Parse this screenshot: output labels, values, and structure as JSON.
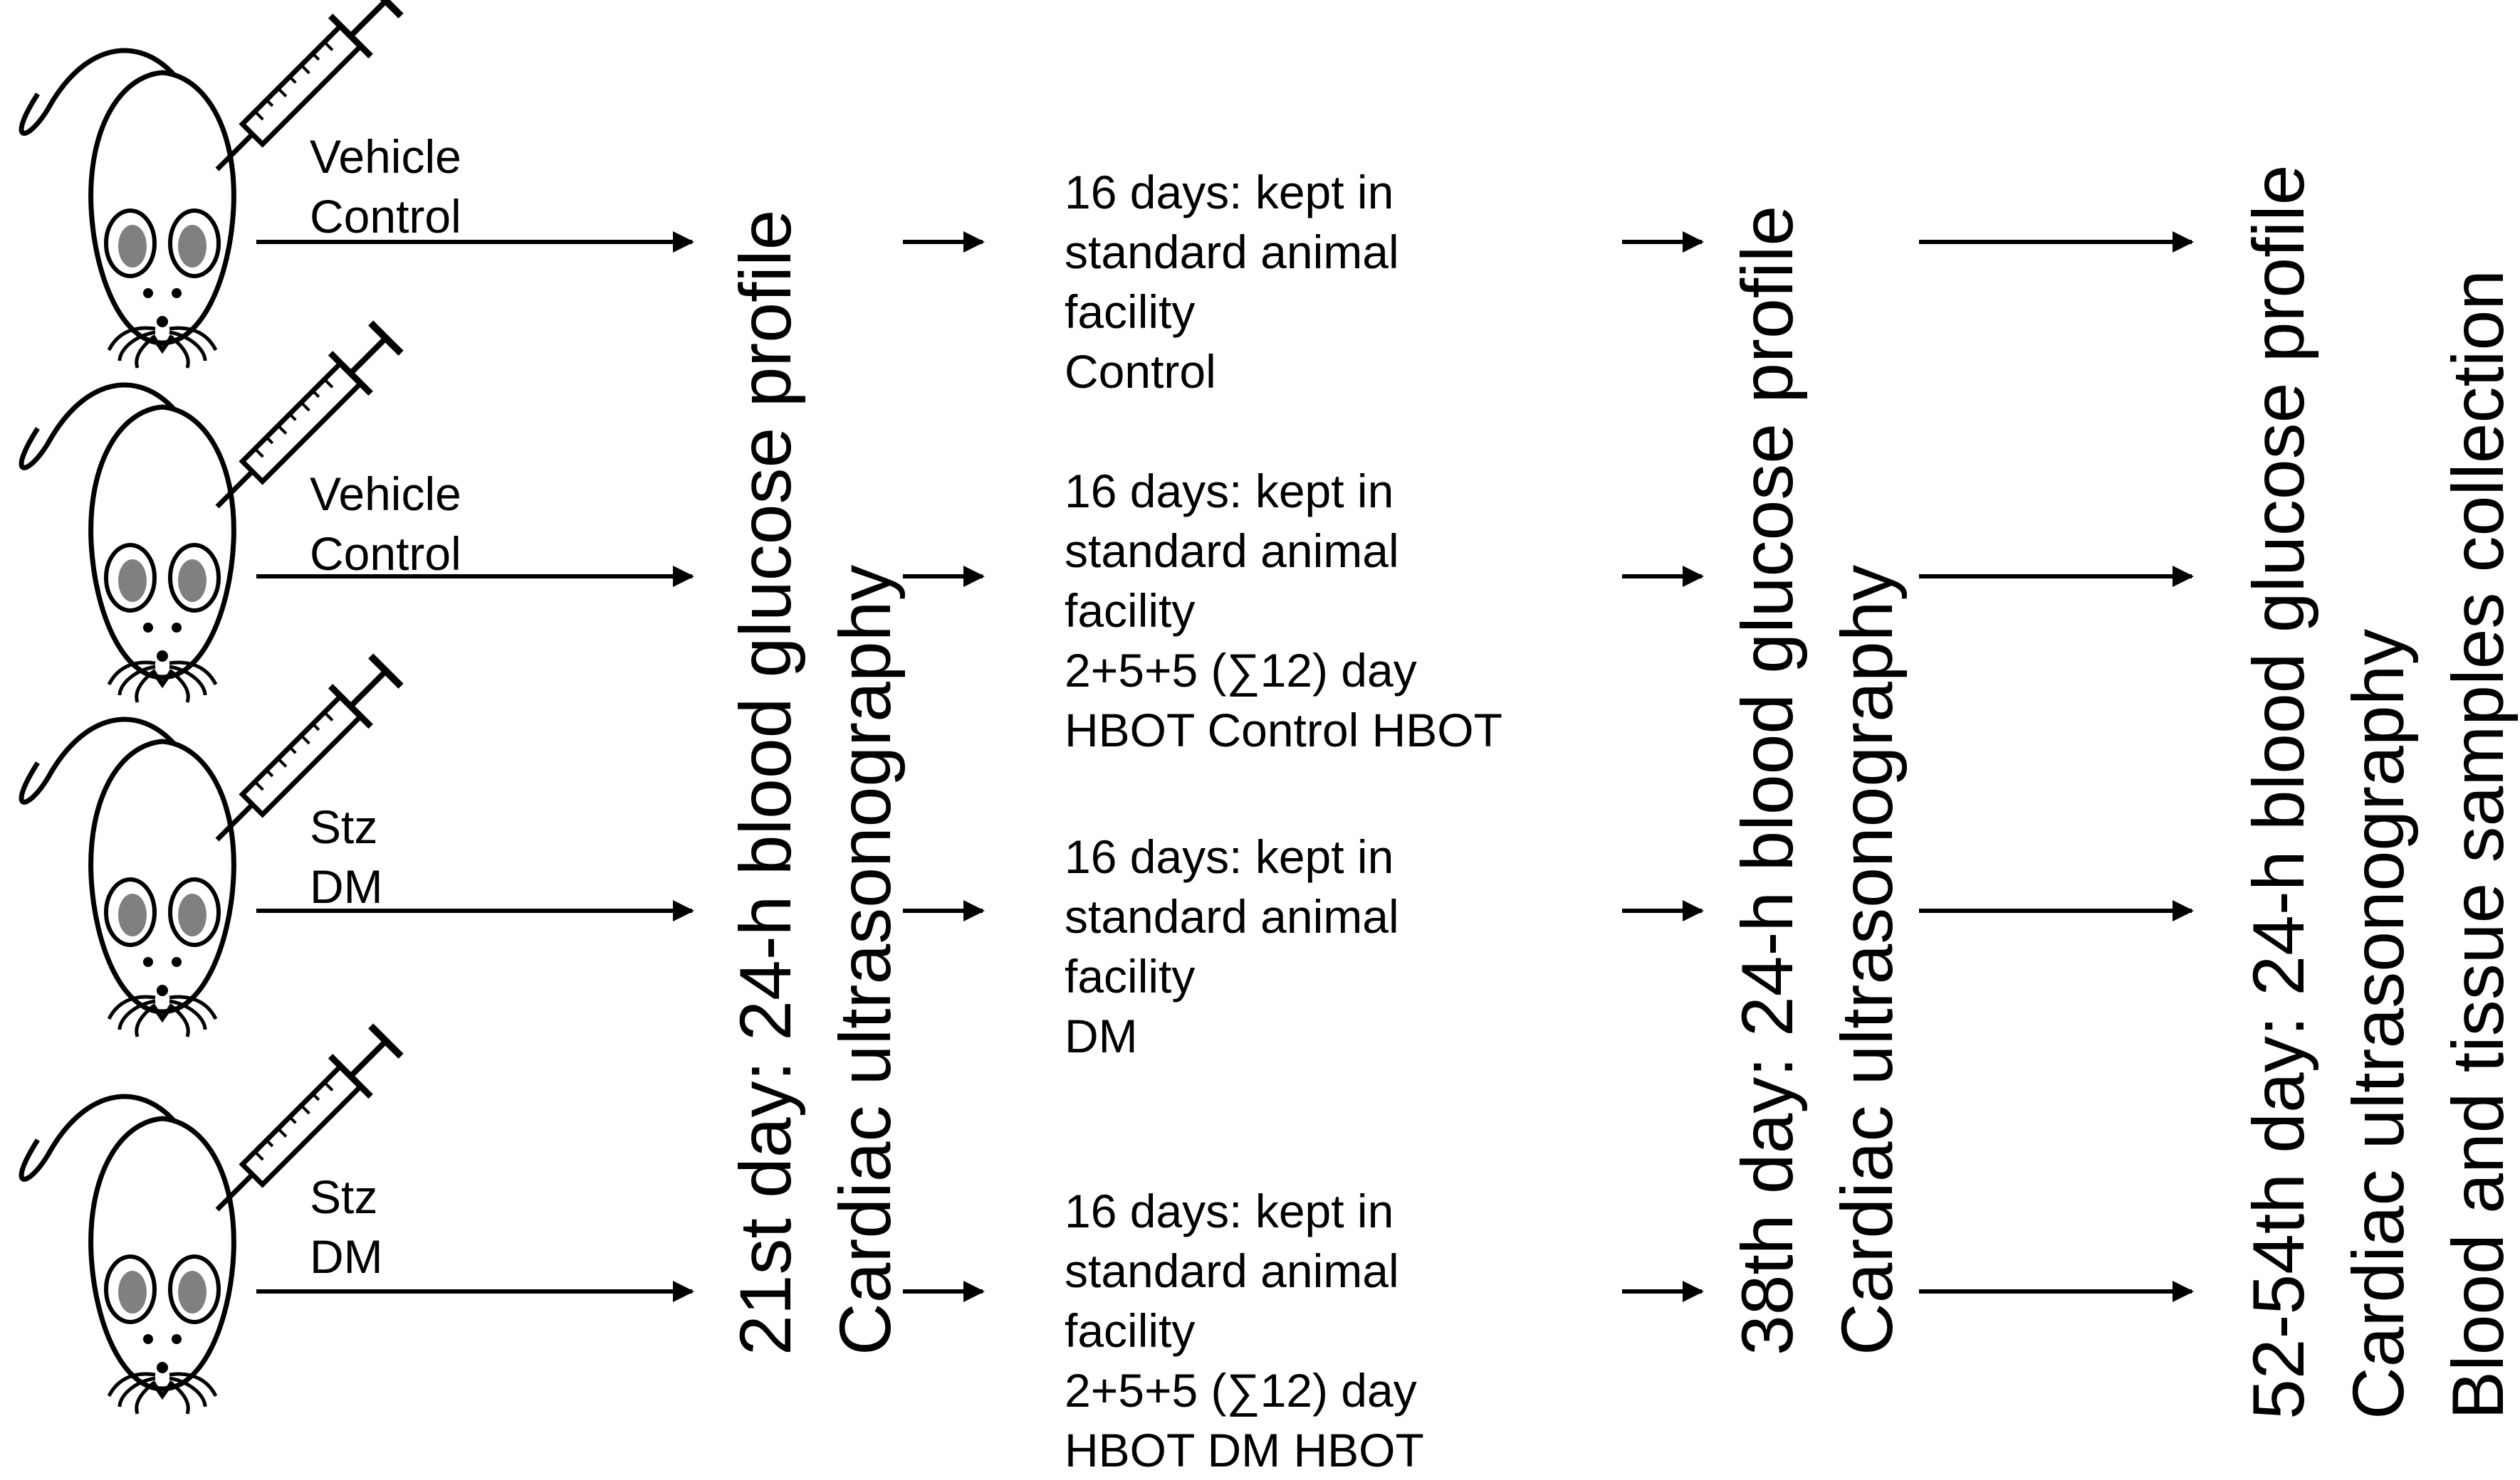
{
  "groups": [
    {
      "injection": "Vehicle",
      "group": "Control",
      "description": [
        "16 days: kept in",
        "standard animal",
        "facility",
        "Control"
      ]
    },
    {
      "injection": "Vehicle",
      "group": "Control",
      "description": [
        "16 days: kept in",
        "standard animal",
        "facility",
        "2+5+5 (∑12) day",
        "HBOT Control HBOT"
      ]
    },
    {
      "injection": "Stz",
      "group": "DM",
      "description": [
        "16 days: kept in",
        "standard animal",
        "facility",
        "DM"
      ]
    },
    {
      "injection": "Stz",
      "group": "DM",
      "description": [
        "16 days: kept in",
        "standard animal",
        "facility",
        "2+5+5 (∑12) day",
        "HBOT DM HBOT"
      ]
    }
  ],
  "timepoints": [
    {
      "lines": [
        "21st day: 24-h blood glucose profile",
        "Cardiac ultrasonography"
      ]
    },
    {
      "lines": [
        "38th day: 24-h blood glucose profile",
        "Cardiac ultrasonography"
      ]
    },
    {
      "lines": [
        "52-54th day: 24-h blood glucose profile",
        "Cardiac ultrasonography",
        "Blood and tissue samples collection"
      ]
    }
  ],
  "colors": {
    "ink": "#000000",
    "ear_fill": "#808080",
    "body_fill": "#ffffff"
  },
  "icons": {
    "animal": "mouse-icon",
    "injection": "syringe-icon"
  }
}
